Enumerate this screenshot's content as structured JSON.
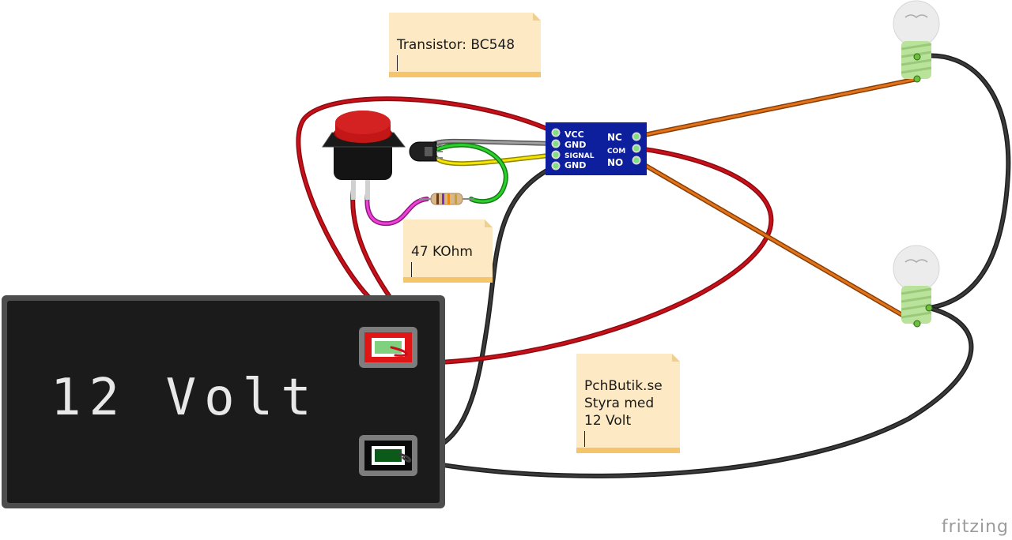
{
  "battery": {
    "label": "12 Volt"
  },
  "relay": {
    "left_pins": [
      "VCC",
      "GND",
      "SIGNAL",
      "GND"
    ],
    "right_pins": [
      "NC",
      "COM",
      "NO"
    ]
  },
  "notes": {
    "transistor": "Transistor: BC548",
    "resistor": "47 KOhm",
    "pchbutik": "PchButik.se\nStyra med\n12 Volt"
  },
  "brand": "fritzing",
  "colors": {
    "wire_red": "#c8101a",
    "wire_black": "#333333",
    "wire_orange": "#d96a14",
    "wire_green": "#2bbf2b",
    "wire_yellow": "#f4e400",
    "wire_grey": "#8a8a8a",
    "wire_pink": "#e83ad2",
    "relay_board": "#0d1f9c",
    "note_bg": "#fde9c4"
  }
}
